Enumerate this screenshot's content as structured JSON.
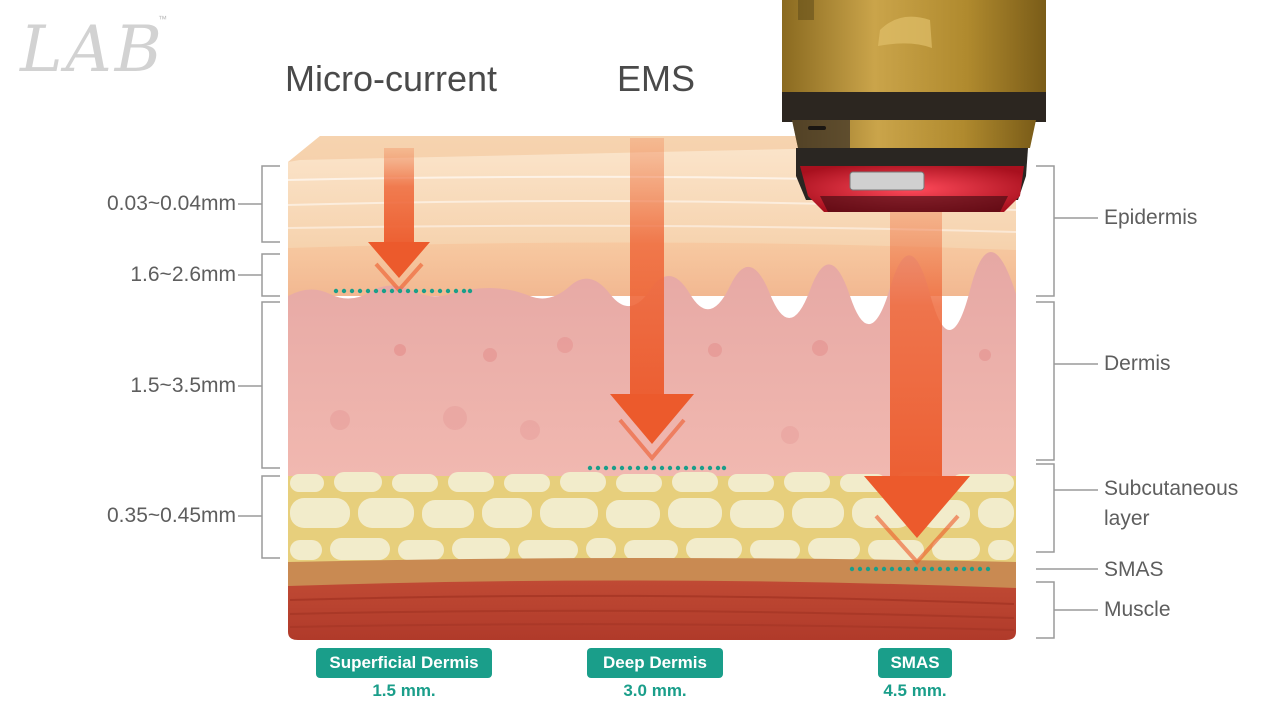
{
  "logo": {
    "text": "LAB",
    "tm": "™"
  },
  "headers": {
    "micro_current": "Micro-current",
    "ems": "EMS"
  },
  "left_thickness": [
    "0.03~0.04mm",
    "1.6~2.6mm",
    "1.5~3.5mm",
    "0.35~0.45mm"
  ],
  "right_layers": {
    "epidermis": "Epidermis",
    "dermis": "Dermis",
    "subcutaneous_line1": "Subcutaneous",
    "subcutaneous_line2": "layer",
    "smas": "SMAS",
    "muscle": "Muscle"
  },
  "targets": [
    {
      "label": "Superficial Dermis",
      "depth": "1.5 mm."
    },
    {
      "label": "Deep Dermis",
      "depth": "3.0 mm."
    },
    {
      "label": "SMAS",
      "depth": "4.5 mm."
    }
  ],
  "colors": {
    "accent": "#1a9e8a",
    "arrow": "#ef6a3c",
    "epidermis": "#f7d7b4",
    "dermis": "#eeb0aa",
    "fat": "#f1ebc6",
    "smas": "#c98a52",
    "muscle": "#b8432f",
    "device_gold": "#b08a2e",
    "device_red": "#e0203a"
  },
  "icons": [
    "device-head-icon",
    "down-arrow-icon"
  ]
}
